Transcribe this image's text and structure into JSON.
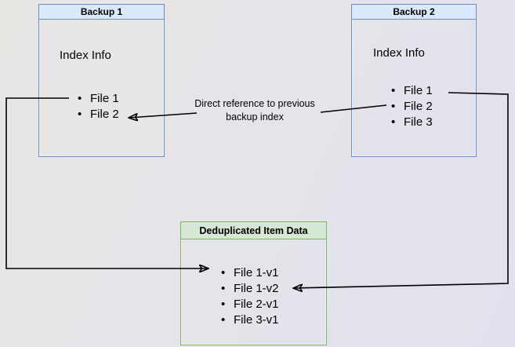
{
  "diagram": {
    "backup1": {
      "title": "Backup 1",
      "label": "Index Info",
      "items": [
        "File 1",
        "File 2"
      ]
    },
    "backup2": {
      "title": "Backup 2",
      "label": "Index Info",
      "items": [
        "File 1",
        "File 2",
        "File 3"
      ]
    },
    "dedup": {
      "title": "Deduplicated Item Data",
      "items": [
        "File 1-v1",
        "File 1-v2",
        "File 2-v1",
        "File 3-v1"
      ]
    },
    "annotation": {
      "text": "Direct reference to previous backup index"
    },
    "colors": {
      "blue_box_border": "#6c8ebf",
      "blue_box_header_fill": "#dae8fc",
      "green_box_border": "#82b366",
      "green_box_header_fill": "#d5e8d4",
      "arrow": "#000000",
      "text": "#000000"
    }
  }
}
